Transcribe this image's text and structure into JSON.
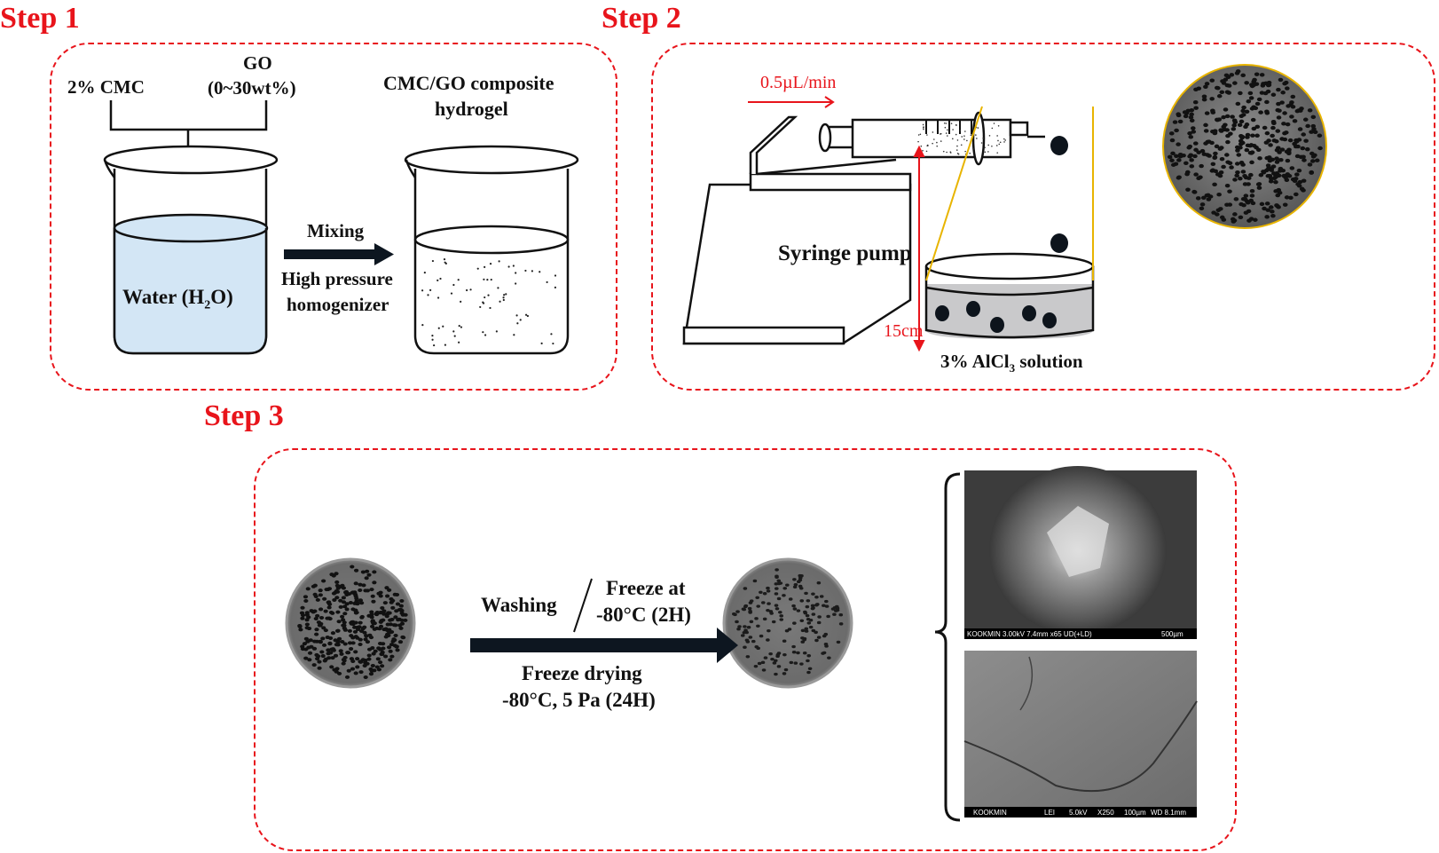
{
  "steps": {
    "step1": {
      "title": "Step 1",
      "cmc": "2% CMC",
      "go_name": "GO",
      "go_range": "(0~30wt%)",
      "water_label": "Water (H",
      "water_sub": "2",
      "water_end": "O)",
      "arrow_top": "Mixing",
      "arrow_bottom_1": "High pressure",
      "arrow_bottom_2": "homogenizer",
      "product_1": "CMC/GO composite",
      "product_2": "hydrogel"
    },
    "step2": {
      "title": "Step 2",
      "flow_rate": "0.5µL/min",
      "pump_label": "Syringe pump",
      "height_label": "15cm",
      "solution_pre": "3% AlCl",
      "solution_sub": "3",
      "solution_post": " solution"
    },
    "step3": {
      "title": "Step 3",
      "washing": "Washing",
      "freeze_1": "Freeze at",
      "freeze_2": "-80°C (2H)",
      "drying_1": "Freeze drying",
      "drying_2": "-80°C, 5 Pa (24H)",
      "sem_top": {
        "left": "KOOKMIN 3.00kV 7.4mm x65 UD(+LD)",
        "scale": "500µm"
      },
      "sem_bottom": {
        "inst": "KOOKMIN",
        "mode": "LEI",
        "kv": "5.0kV",
        "mag": "X250",
        "scale": "100µm",
        "wd": "WD 8.1mm"
      }
    }
  },
  "colors": {
    "accent": "#e8141b",
    "water": "#d3e6f5",
    "arrow": "#0d1620",
    "leader": "#e8b400"
  }
}
